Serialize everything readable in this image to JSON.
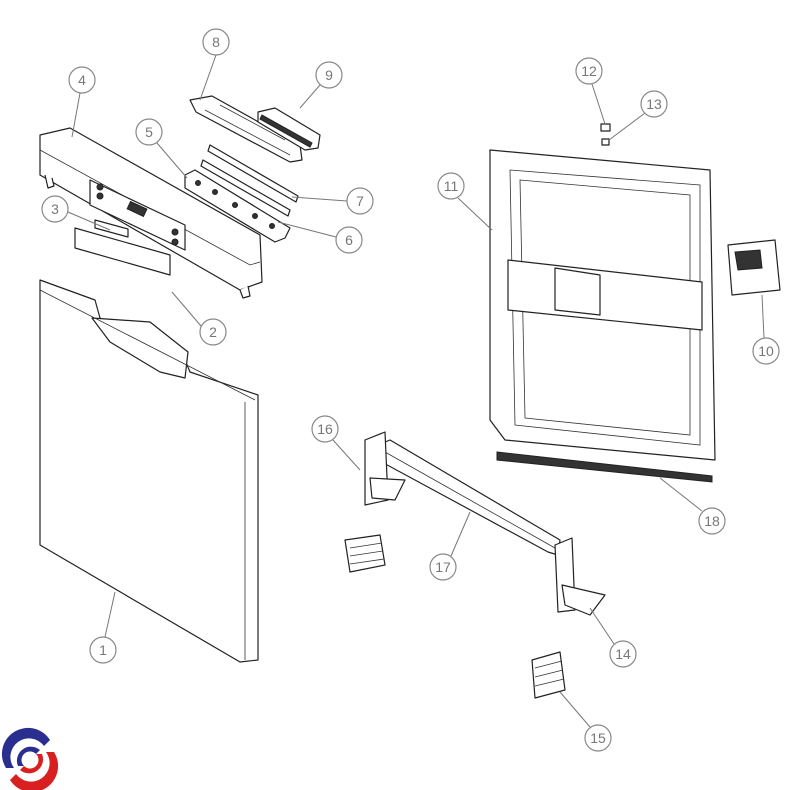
{
  "diagram": {
    "title": "Dishwasher door exploded parts view",
    "callouts": [
      "1",
      "2",
      "3",
      "4",
      "5",
      "6",
      "7",
      "8",
      "9",
      "10",
      "11",
      "12",
      "13",
      "14",
      "15",
      "16",
      "17",
      "18"
    ]
  },
  "logo": {
    "colors": {
      "blue": "#2a2f8f",
      "red": "#d92020"
    }
  }
}
